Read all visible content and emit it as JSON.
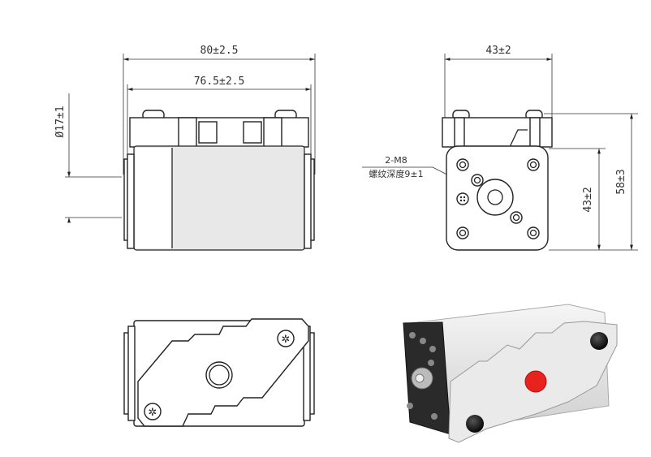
{
  "front_view": {
    "overall_length": "80±2.5",
    "inner_length": "76.5±2.5",
    "diameter": "Ø17±1"
  },
  "side_view": {
    "width": "43±2",
    "thread_label": "2-M8",
    "thread_depth": "螺纹深度9±1",
    "body_height": "43±2",
    "overall_height": "58±3"
  },
  "render_view": {
    "indicator_color": "#e8231e",
    "body_color": "#ebebeb",
    "end_color": "#2a2a2a"
  }
}
